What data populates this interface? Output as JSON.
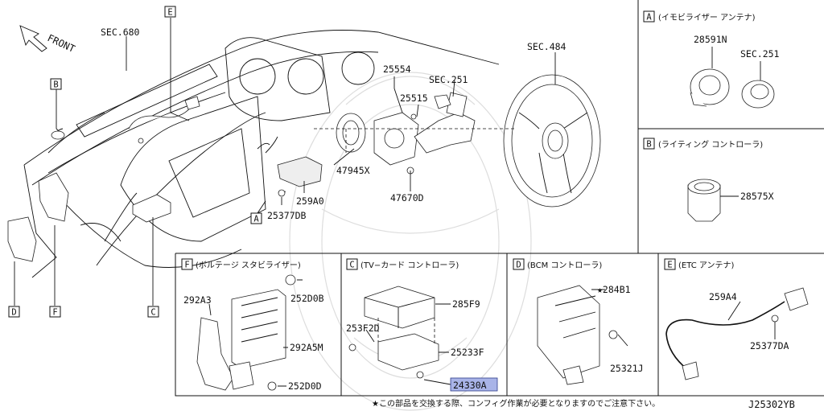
{
  "main": {
    "front_label": "FRONT",
    "sec_680": "SEC.680",
    "sec_484": "SEC.484",
    "sec_251": "SEC.251",
    "parts": {
      "p25554": "25554",
      "p25515": "25515",
      "p47945x": "47945X",
      "p47670d": "47670D",
      "p259a0": "259A0",
      "p25377db": "25377DB"
    },
    "callouts": {
      "a": "A",
      "b": "B",
      "c": "C",
      "d": "D",
      "e": "E",
      "f": "F"
    }
  },
  "panel_a": {
    "letter": "A",
    "title": "(イモビライザー アンテナ)",
    "part1": "28591N",
    "part2": "SEC.251"
  },
  "panel_b": {
    "letter": "B",
    "title": "(ライティング コントローラ)",
    "part1": "28575X"
  },
  "panel_f": {
    "letter": "F",
    "title": "(ボルテージ スタビライザー)",
    "parts": [
      "252D0B",
      "292A3",
      "292A5M",
      "252D0D"
    ]
  },
  "panel_c": {
    "letter": "C",
    "title": "(TV−カード コントローラ)",
    "parts": [
      "285F9",
      "253F2D",
      "25233F",
      "24330A"
    ]
  },
  "panel_d": {
    "letter": "D",
    "title": "(BCM コントローラ)",
    "parts": [
      "★284B1",
      "25321J"
    ]
  },
  "panel_e": {
    "letter": "E",
    "title": "(ETC アンテナ)",
    "parts": [
      "259A4",
      "25377DA"
    ]
  },
  "footer": {
    "note": "★この部品を交換する際、コンフィグ作業が必要となりますのでご注意下さい。",
    "diagram_id": "J25302YB"
  },
  "colors": {
    "highlight": "#a9b4e8"
  }
}
